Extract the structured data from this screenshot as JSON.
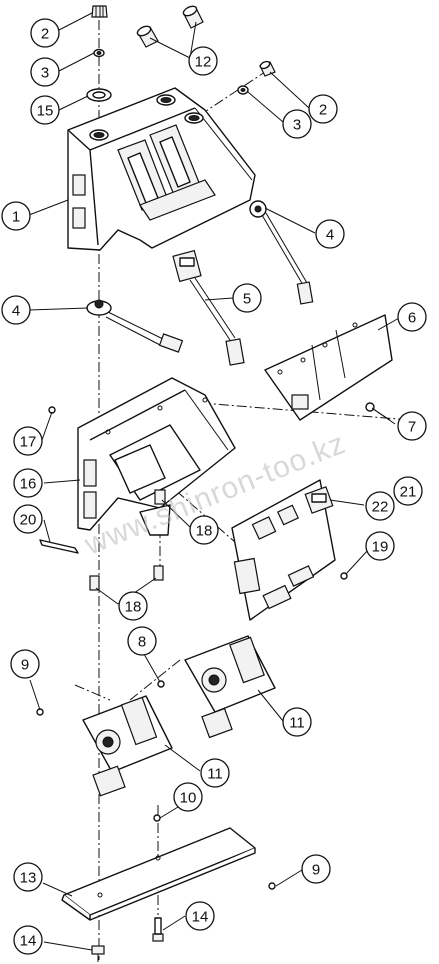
{
  "watermark": "www.shinron-too.kz",
  "callouts": [
    {
      "id": "c2a",
      "label": "2"
    },
    {
      "id": "c3a",
      "label": "3"
    },
    {
      "id": "c15",
      "label": "15"
    },
    {
      "id": "c12",
      "label": "12"
    },
    {
      "id": "c2b",
      "label": "2"
    },
    {
      "id": "c3b",
      "label": "3"
    },
    {
      "id": "c1",
      "label": "1"
    },
    {
      "id": "c4a",
      "label": "4"
    },
    {
      "id": "c4b",
      "label": "4"
    },
    {
      "id": "c5",
      "label": "5"
    },
    {
      "id": "c6",
      "label": "6"
    },
    {
      "id": "c7",
      "label": "7"
    },
    {
      "id": "c17",
      "label": "17"
    },
    {
      "id": "c16",
      "label": "16"
    },
    {
      "id": "c20",
      "label": "20"
    },
    {
      "id": "c18a",
      "label": "18"
    },
    {
      "id": "c22",
      "label": "22"
    },
    {
      "id": "c21",
      "label": "21"
    },
    {
      "id": "c19",
      "label": "19"
    },
    {
      "id": "c18b",
      "label": "18"
    },
    {
      "id": "c8",
      "label": "8"
    },
    {
      "id": "c9a",
      "label": "9"
    },
    {
      "id": "c11a",
      "label": "11"
    },
    {
      "id": "c11b",
      "label": "11"
    },
    {
      "id": "c10",
      "label": "10"
    },
    {
      "id": "c13",
      "label": "13"
    },
    {
      "id": "c9b",
      "label": "9"
    },
    {
      "id": "c14a",
      "label": "14"
    },
    {
      "id": "c14b",
      "label": "14"
    }
  ]
}
